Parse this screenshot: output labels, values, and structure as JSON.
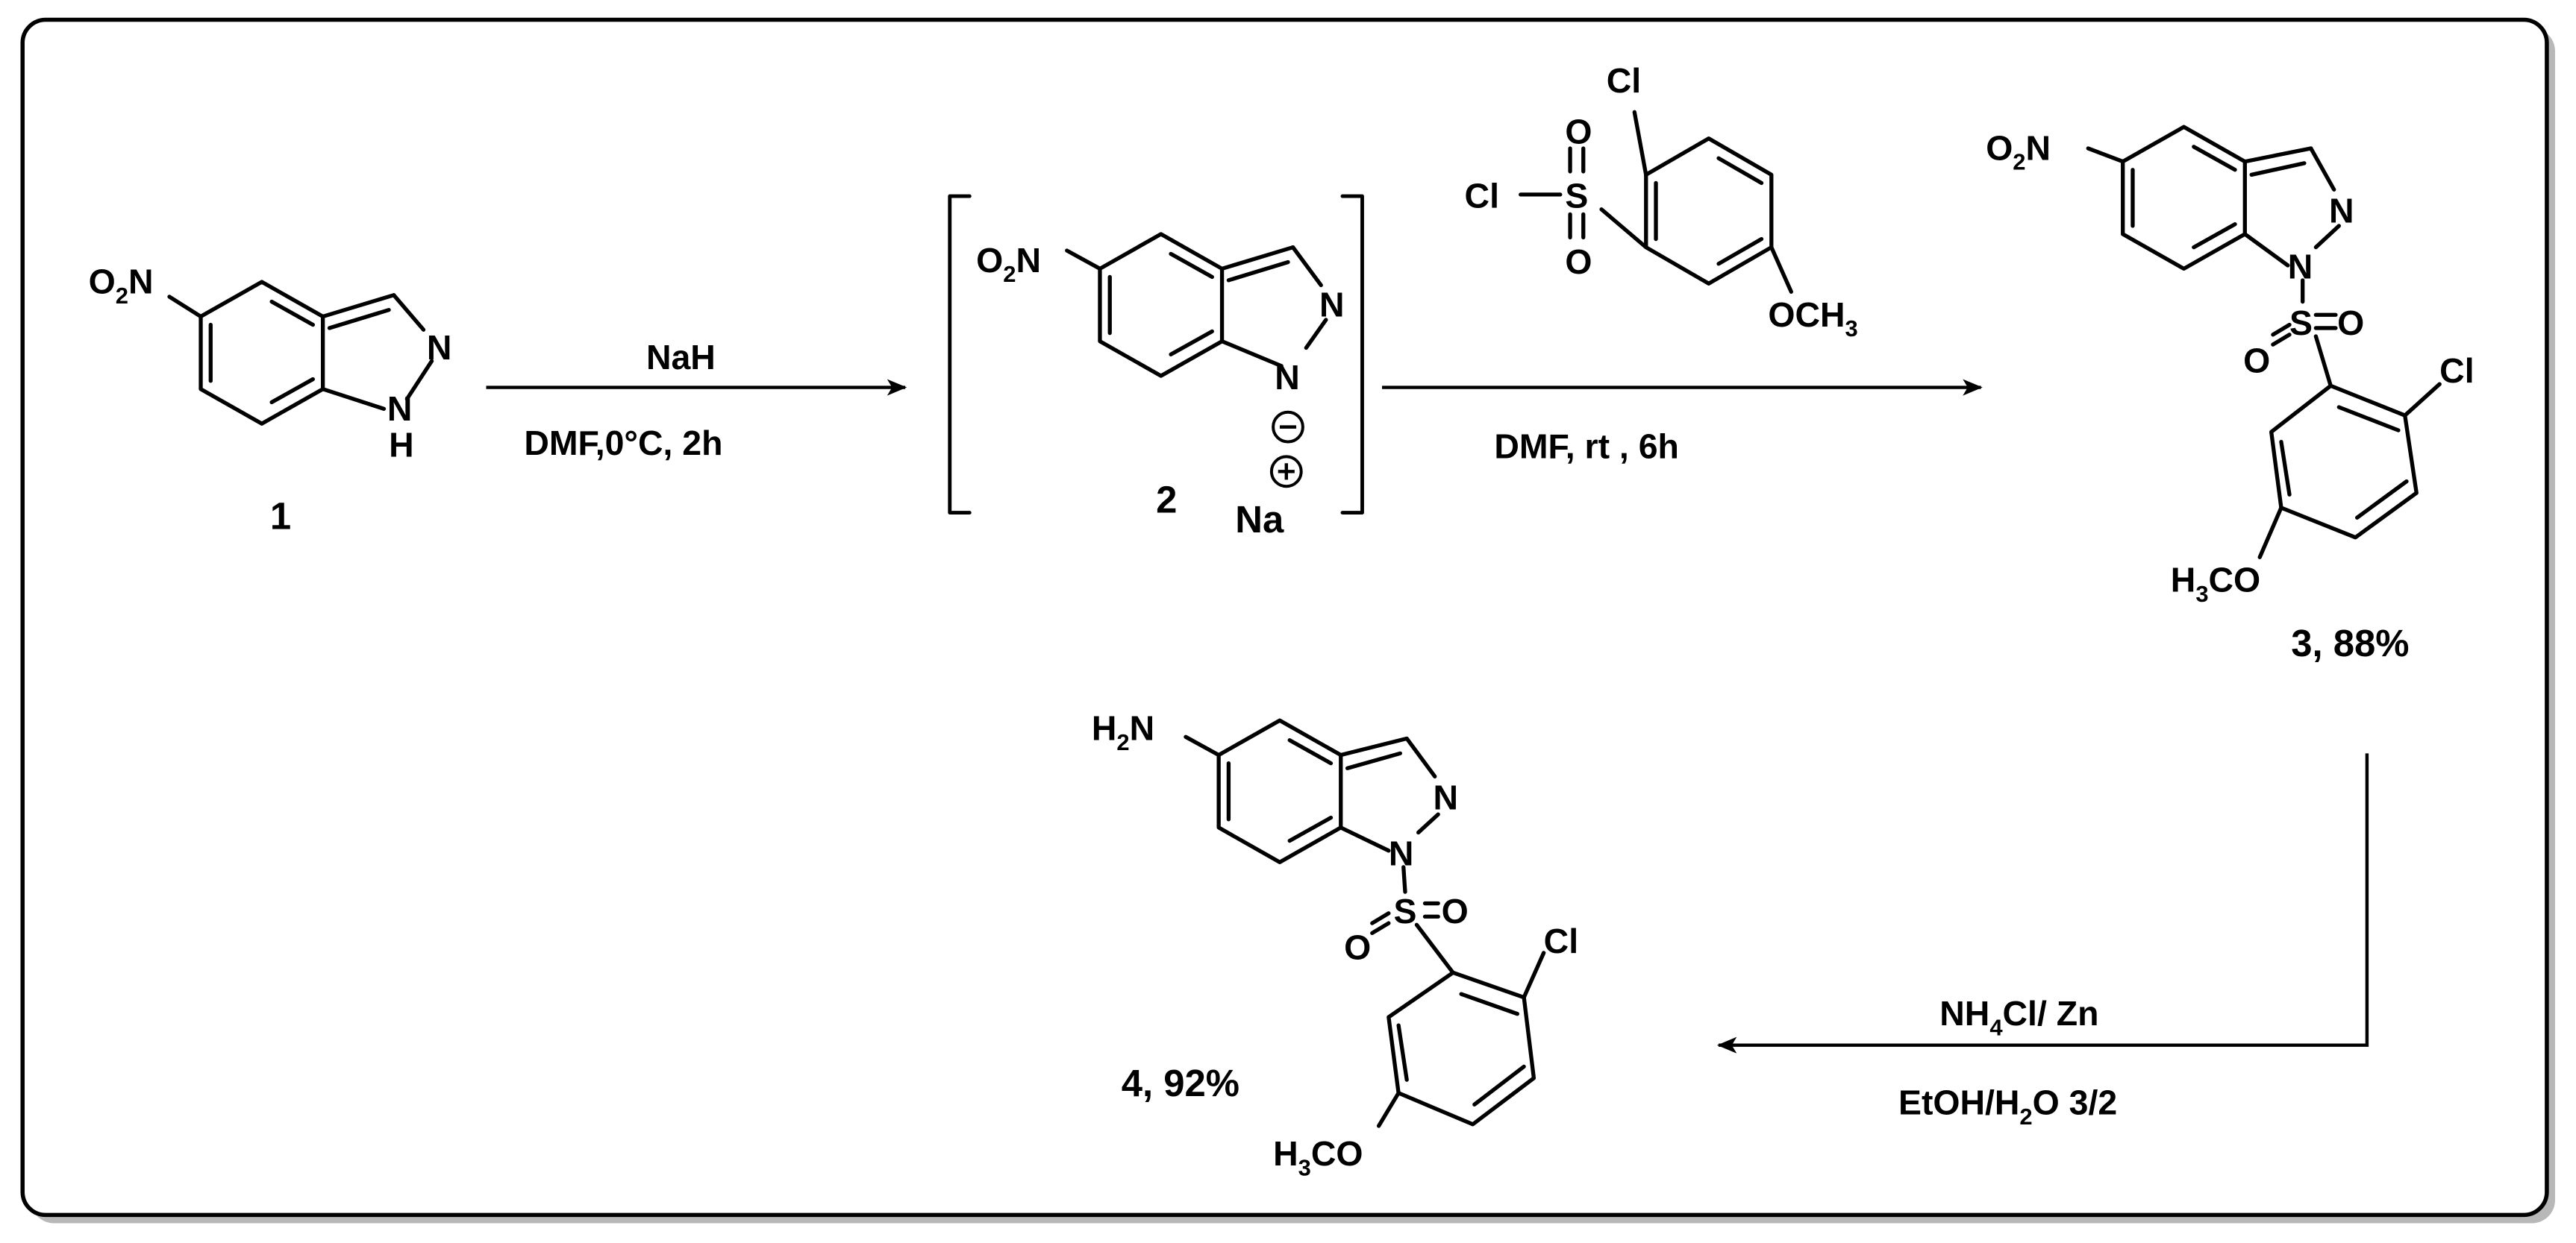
{
  "scheme": {
    "compound_1": {
      "label": "1",
      "substituent_no2": {
        "a": "O",
        "sub": "2",
        "b": "N"
      },
      "n2": "N",
      "n1": "N",
      "nh_h": "H"
    },
    "step_1": {
      "reagent_top": "NaH",
      "conditions_bottom": "DMF,0°C,  2h"
    },
    "compound_2": {
      "label": "2",
      "substituent_no2": {
        "a": "O",
        "sub": "2",
        "b": "N"
      },
      "n2": "N",
      "n1": "N",
      "anion_sign": "−",
      "counterion": "Na",
      "cation_sign": "+"
    },
    "reagent_sulfonyl_chloride": {
      "cl_ring": "Cl",
      "cl_sulfonyl": "Cl",
      "sulfur": "S",
      "oxygen_top": "O",
      "oxygen_bottom": "O",
      "methoxy": {
        "a": "OCH",
        "sub": "3"
      }
    },
    "step_2": {
      "conditions_bottom": "DMF,  rt , 6h"
    },
    "compound_3": {
      "label": "3,  88%",
      "substituent_no2": {
        "a": "O",
        "sub": "2",
        "b": "N"
      },
      "n2": "N",
      "n1": "N",
      "sulfur": "S",
      "oxygen_left": "O",
      "oxygen_right": "O",
      "cl": "Cl",
      "methoxy": {
        "a": "H",
        "sub": "3",
        "b": "CO"
      }
    },
    "step_3": {
      "reagent_top": {
        "a": "NH",
        "sub": "4",
        "b": "Cl/ Zn"
      },
      "conditions_bottom": {
        "a": "EtOH/H",
        "sub": "2",
        "b": "O 3/2"
      }
    },
    "compound_4": {
      "label": "4,  92%",
      "substituent_nh2": {
        "a": "H",
        "sub": "2",
        "b": "N"
      },
      "n2": "N",
      "n1": "N",
      "sulfur": "S",
      "oxygen_left": "O",
      "oxygen_right": "O",
      "cl": "Cl",
      "methoxy": {
        "a": "H",
        "sub": "3",
        "b": "CO"
      }
    }
  }
}
